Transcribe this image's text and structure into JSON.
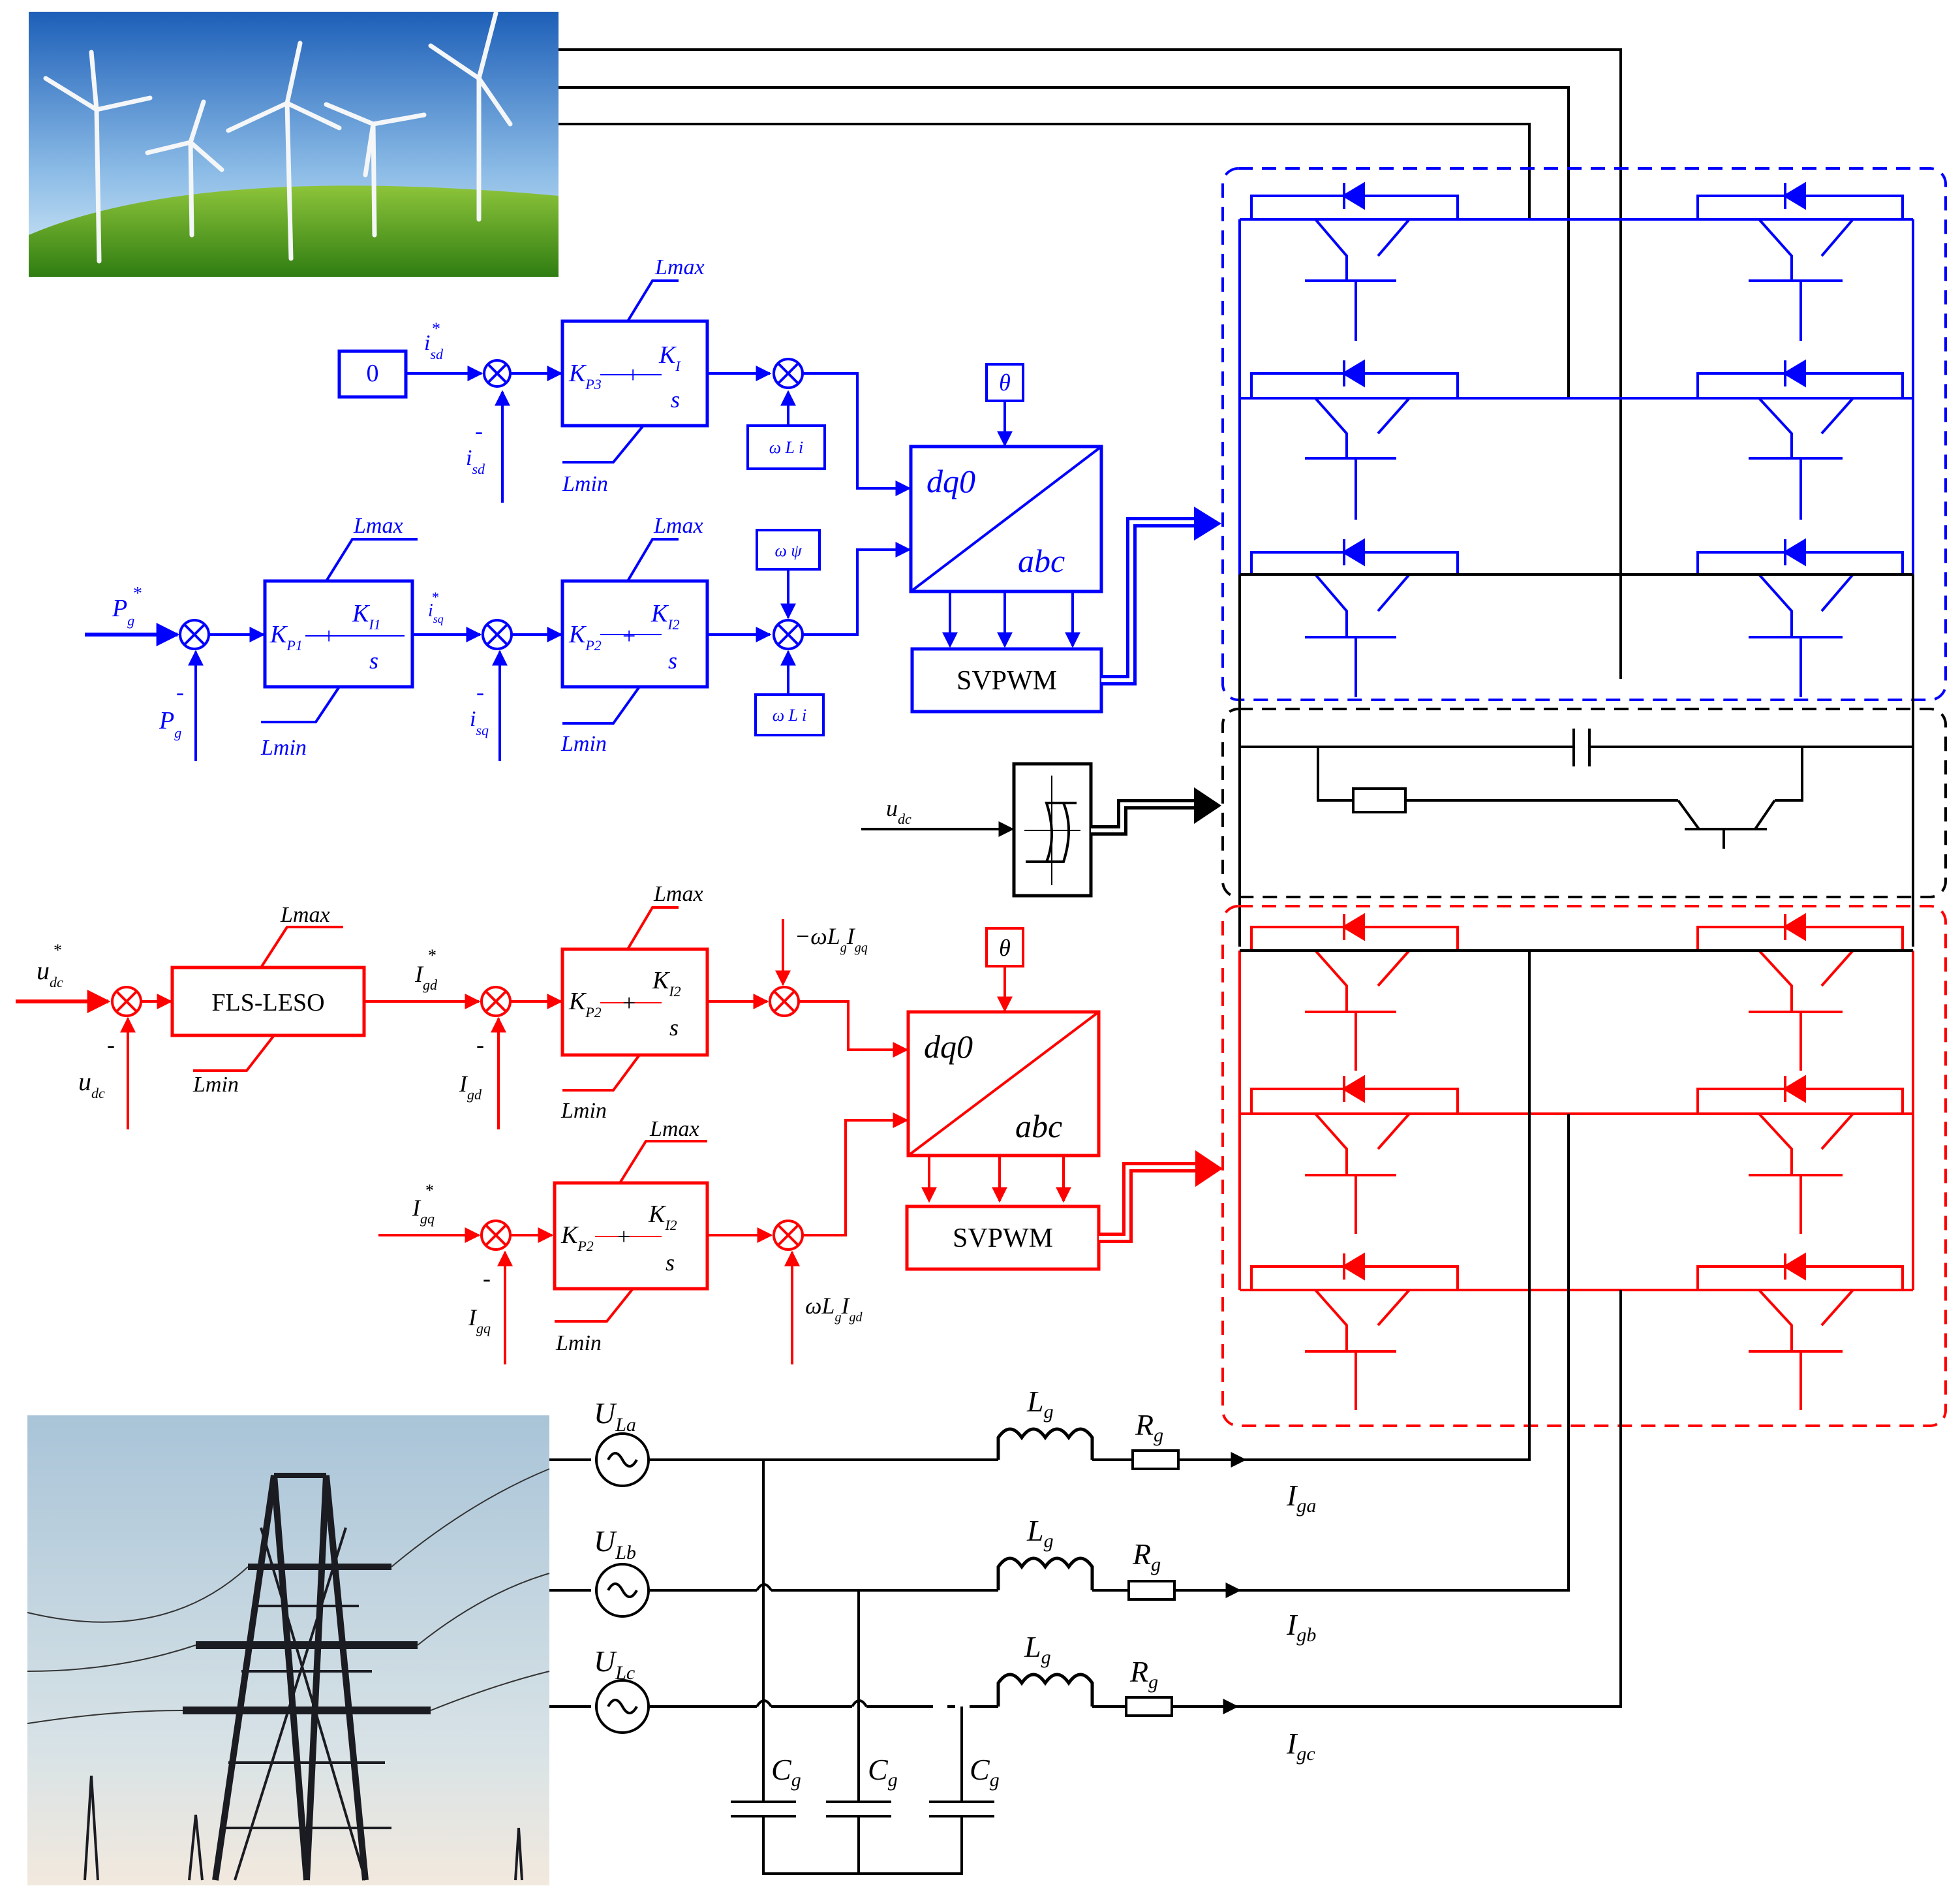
{
  "colors": {
    "generator_side": "#0000ff",
    "grid_side": "#ff0000",
    "dc_link": "#000000"
  },
  "images": {
    "wind_farm": "wind-turbines-photo",
    "grid": "transmission-tower-photo"
  },
  "blue_controller": {
    "zero_block": "0",
    "isd_ref": "i",
    "isd_ref_sub": "sd",
    "isd_ref_sup": "*",
    "isd_fb_sign": "-",
    "isd_fb": "i",
    "isd_fb_sub": "sd",
    "pi_d": {
      "kp": "K",
      "kp_sub": "P3",
      "plus": "+",
      "ki": "K",
      "ki_sub": "I",
      "s": "s",
      "lmax": "Lmax",
      "lmin": "Lmin"
    },
    "decouple_d": "ω L i",
    "pg_ref": "P",
    "pg_ref_sub": "g",
    "pg_ref_sup": "*",
    "pg_fb_sign": "-",
    "pg_fb": "P",
    "pg_fb_sub": "g",
    "pi_power": {
      "kp": "K",
      "kp_sub": "P1",
      "plus": "+",
      "ki": "K",
      "ki_sub": "I1",
      "s": "s",
      "lmax": "Lmax",
      "lmin": "Lmin"
    },
    "isq_ref": "i",
    "isq_ref_sub": "sq",
    "isq_ref_sup": "*",
    "isq_fb_sign": "-",
    "isq_fb": "i",
    "isq_fb_sub": "sq",
    "pi_q": {
      "kp": "K",
      "kp_sub": "P2",
      "plus": "+",
      "ki": "K",
      "ki_sub": "I2",
      "s": "s",
      "lmax": "Lmax",
      "lmin": "Lmin"
    },
    "decouple_q_top": "ω ψ",
    "decouple_q_bottom": "ω L i",
    "theta": "θ",
    "transform_top": "dq0",
    "transform_bottom": "abc",
    "svpwm": "SVPWM"
  },
  "chopper_control": {
    "udc": "u",
    "udc_sub": "dc"
  },
  "red_controller": {
    "udc_ref": "u",
    "udc_ref_sub": "dc",
    "udc_ref_sup": "*",
    "udc_fb_sign": "-",
    "udc_fb": "u",
    "udc_fb_sub": "dc",
    "fls_leso": "FLS-LESO",
    "fls_lmax": "Lmax",
    "fls_lmin": "Lmin",
    "igd_ref": "I",
    "igd_ref_sub": "gd",
    "igd_ref_sup": "*",
    "igd_fb_sign": "-",
    "igd_fb": "I",
    "igd_fb_sub": "gd",
    "pi_d": {
      "kp": "K",
      "kp_sub": "P2",
      "plus": "+",
      "ki": "K",
      "ki_sub": "I2",
      "s": "s",
      "lmax": "Lmax",
      "lmin": "Lmin"
    },
    "decouple_d": "−ωL",
    "decouple_d_sub": "g",
    "decouple_d_tail": "I",
    "decouple_d_tail_sub": "gq",
    "igq_ref": "I",
    "igq_ref_sub": "gq",
    "igq_ref_sup": "*",
    "igq_fb_sign": "-",
    "igq_fb": "I",
    "igq_fb_sub": "gq",
    "pi_q": {
      "kp": "K",
      "kp_sub": "P2",
      "plus": "+",
      "ki": "K",
      "ki_sub": "I2",
      "s": "s",
      "lmax": "Lmax",
      "lmin": "Lmin"
    },
    "decouple_q": "ωL",
    "decouple_q_sub": "g",
    "decouple_q_tail": "I",
    "decouple_q_tail_sub": "gd",
    "theta": "θ",
    "transform_top": "dq0",
    "transform_bottom": "abc",
    "svpwm": "SVPWM"
  },
  "grid": {
    "sources": [
      {
        "name": "U",
        "sub": "La"
      },
      {
        "name": "U",
        "sub": "Lb"
      },
      {
        "name": "U",
        "sub": "Lc"
      }
    ],
    "inductor": "L",
    "inductor_sub": "g",
    "resistor": "R",
    "resistor_sub": "g",
    "capacitor": "C",
    "capacitor_sub": "g",
    "currents": [
      {
        "name": "I",
        "sub": "ga"
      },
      {
        "name": "I",
        "sub": "gb"
      },
      {
        "name": "I",
        "sub": "gc"
      }
    ]
  }
}
